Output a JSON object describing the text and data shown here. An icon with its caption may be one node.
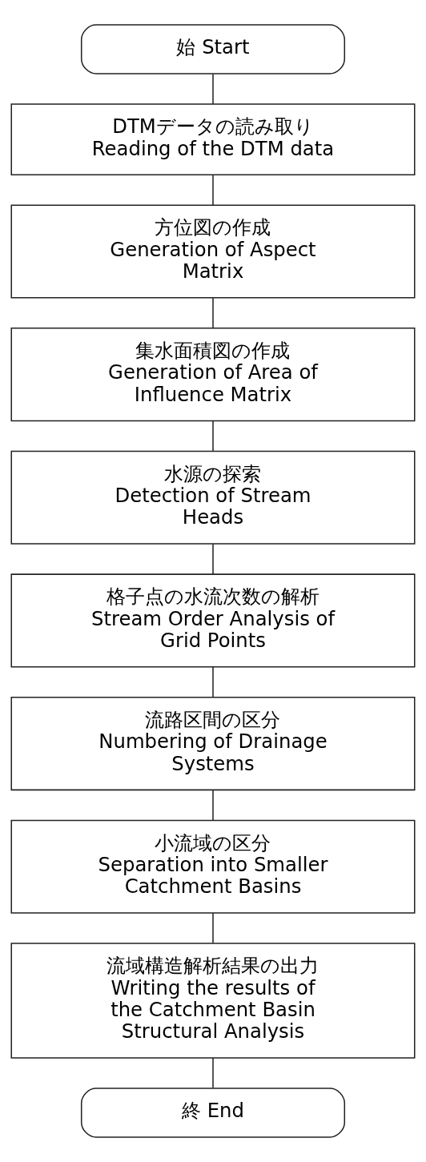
{
  "diagram": {
    "nodes": [
      {
        "text": [
          "始 Start"
        ]
      },
      {
        "text": [
          "DTMデータの読み取り",
          "Reading of the DTM data"
        ]
      },
      {
        "text": [
          "方位図の作成",
          "Generation of Aspect Matrix"
        ]
      },
      {
        "text": [
          "集水面積図の作成",
          "Generation of Area of Influence Matrix"
        ]
      },
      {
        "text": [
          "水源の探索",
          "Detection of Stream Heads"
        ]
      },
      {
        "text": [
          "格子点の水流次数の解析",
          "Stream Order Analysis of Grid Points"
        ]
      },
      {
        "text": [
          "流路区間の区分",
          "Numbering of Drainage Systems"
        ]
      },
      {
        "text": [
          "小流域の区分",
          "Separation into Smaller Catchment Basins"
        ]
      },
      {
        "text": [
          "流域構造解析結果の出力",
          "Writing the results of the Catchment Basin Structural Analysis"
        ]
      },
      {
        "text": [
          "終 End"
        ]
      }
    ],
    "edges": [
      {
        "from": 0,
        "to": 1,
        "arrow": "none"
      },
      {
        "from": 1,
        "to": 2,
        "arrow": "none"
      },
      {
        "from": 2,
        "to": 3,
        "arrow": "none"
      },
      {
        "from": 3,
        "to": 4,
        "arrow": "none"
      },
      {
        "from": 4,
        "to": 5,
        "arrow": "none"
      },
      {
        "from": 5,
        "to": 6,
        "arrow": "none"
      },
      {
        "from": 6,
        "to": 7,
        "arrow": "none"
      },
      {
        "from": 7,
        "to": 8,
        "arrow": "none"
      },
      {
        "from": 8,
        "to": 9,
        "arrow": "none"
      }
    ]
  }
}
